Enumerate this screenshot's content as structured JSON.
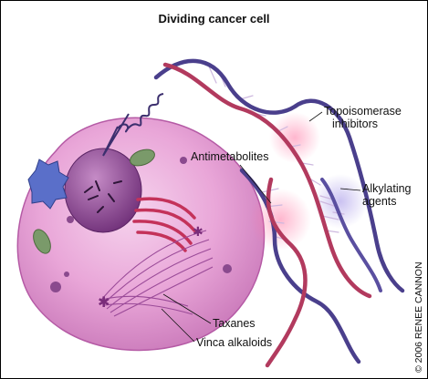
{
  "figure": {
    "title": "Dividing cancer cell",
    "credit": "© 2006 RENEE CANNON"
  },
  "labels": {
    "topoisomerase_line1": "Topoisomerase",
    "topoisomerase_line2": "inhibitors",
    "antimetabolites": "Antimetabolites",
    "alkylating_line1": "Alkylating",
    "alkylating_line2": "agents",
    "taxanes": "Taxanes",
    "vinca": "Vinca alkaloids"
  },
  "colors": {
    "cell_body": "#e79fd3",
    "nucleus": "#9c4a9a",
    "strand_blue": "#4a3f8c",
    "strand_red": "#b23a5e",
    "rung": "#c8b6d8",
    "mito": "#7a9a6a",
    "golgi": "#c4325a"
  }
}
